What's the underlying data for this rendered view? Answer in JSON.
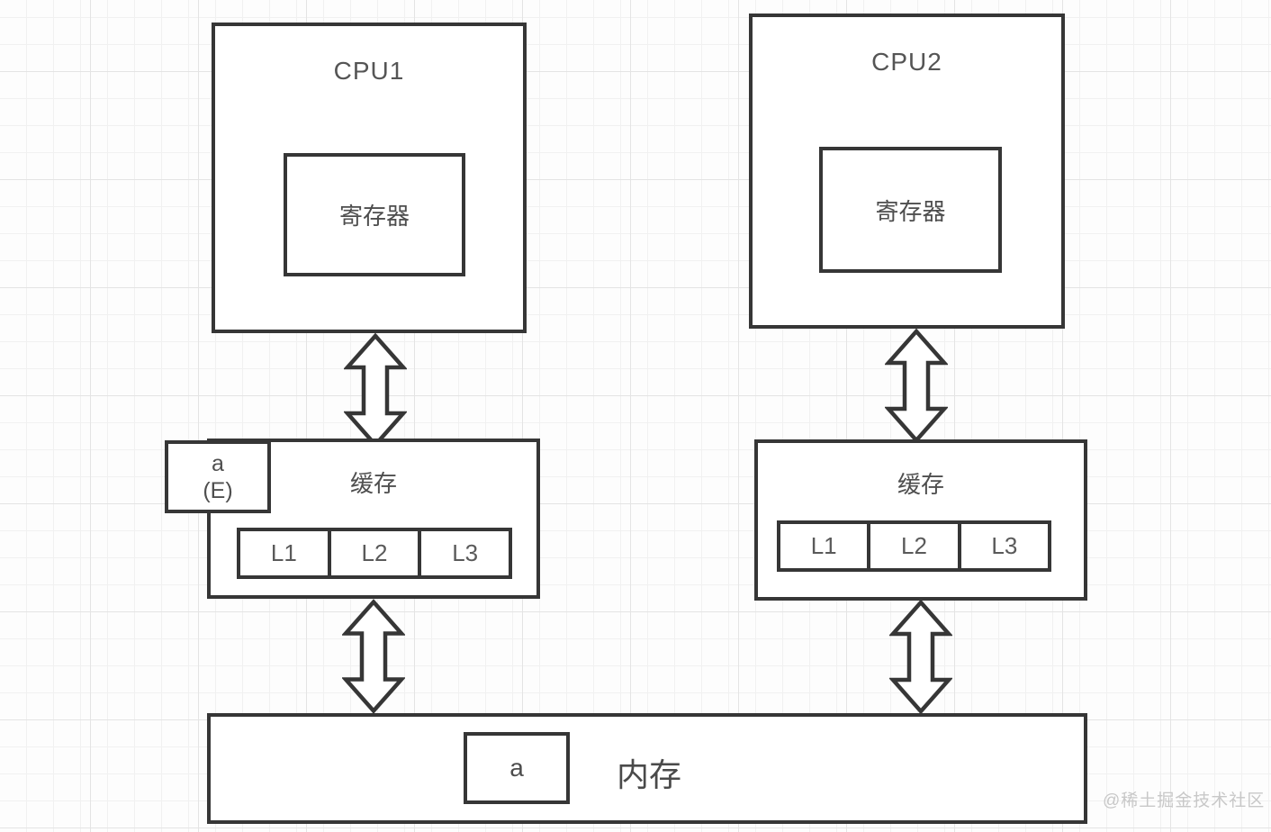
{
  "diagram": {
    "title_implied": "CPU cache hierarchy diagram",
    "cpu1": {
      "label": "CPU1",
      "register_label": "寄存器"
    },
    "cpu2": {
      "label": "CPU2",
      "register_label": "寄存器"
    },
    "cache1": {
      "label": "缓存",
      "levels": [
        "L1",
        "L2",
        "L3"
      ],
      "cache_line_tag": {
        "variable": "a",
        "state": "(E)"
      }
    },
    "cache2": {
      "label": "缓存",
      "levels": [
        "L1",
        "L2",
        "L3"
      ]
    },
    "memory": {
      "label": "内存",
      "cell_label": "a"
    },
    "connections": [
      "CPU1-缓存 double arrow",
      "缓存-内存 double arrow (left)",
      "CPU2-缓存 double arrow",
      "缓存-内存 double arrow (right)"
    ]
  },
  "watermark": {
    "text": "@稀土掘金技术社区"
  },
  "colors": {
    "line": "#363636",
    "text": "#4f4f4f",
    "watermark": "#c8c8c8",
    "background": "#fdfdfd",
    "grid_minor": "#f1f1f1",
    "grid_major": "#e4e4e4"
  }
}
